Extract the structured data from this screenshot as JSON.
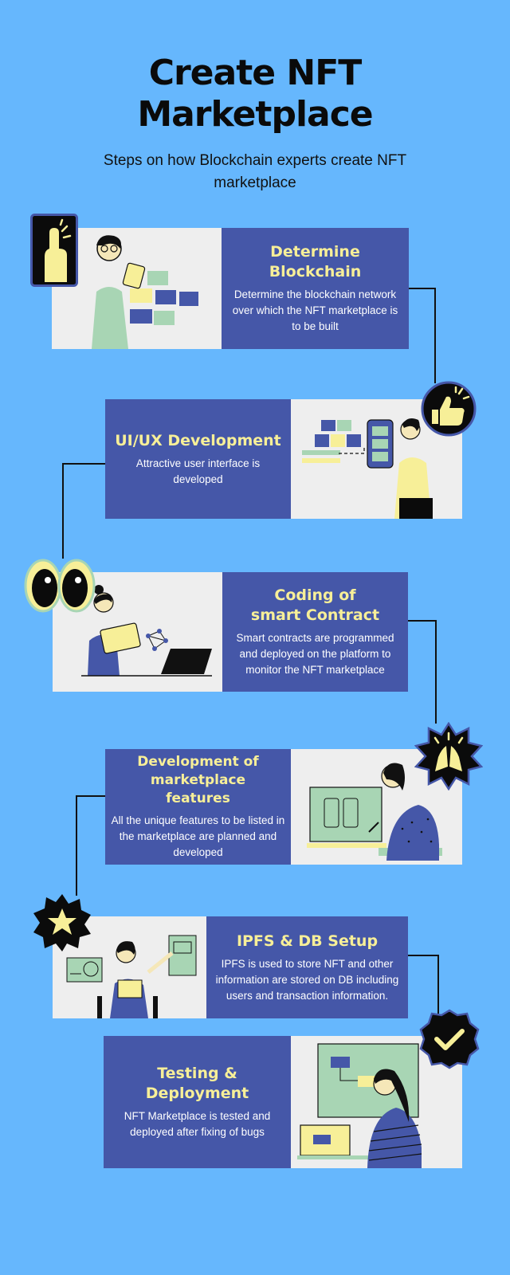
{
  "header": {
    "title_line1": "Create NFT",
    "title_line2": "Marketplace",
    "subtitle": "Steps on how Blockchain experts create NFT marketplace"
  },
  "steps": [
    {
      "title": "Determine Blockchain",
      "description": "Determine the blockchain network over which the NFT marketplace is to be built"
    },
    {
      "title": "UI/UX Development",
      "description": "Attractive user interface is developed"
    },
    {
      "title": "Coding of smart Contract",
      "description": "Smart contracts are programmed and deployed on the platform  to monitor the NFT marketplace"
    },
    {
      "title": "Development of marketplace features",
      "description": "All the unique features to be listed in the marketplace are planned and developed"
    },
    {
      "title": "IPFS & DB Setup",
      "description": "IPFS is used to store NFT and other information are stored on DB including users and transaction information."
    },
    {
      "title": "Testing & Deployment",
      "description": "NFT Marketplace is tested and deployed after fixing of bugs"
    }
  ],
  "badges": [
    "pointing-hand-icon",
    "thumbs-up-icon",
    "eyes-icon",
    "praying-hands-icon",
    "star-icon",
    "checkmark-icon"
  ],
  "colors": {
    "background": "#66b7fd",
    "panel_blue": "#4557a8",
    "title_yellow": "#f7ef98",
    "panel_grey": "#eeeeee",
    "badge_yellow": "#f7ef98",
    "badge_dark": "#0b0b0b"
  }
}
